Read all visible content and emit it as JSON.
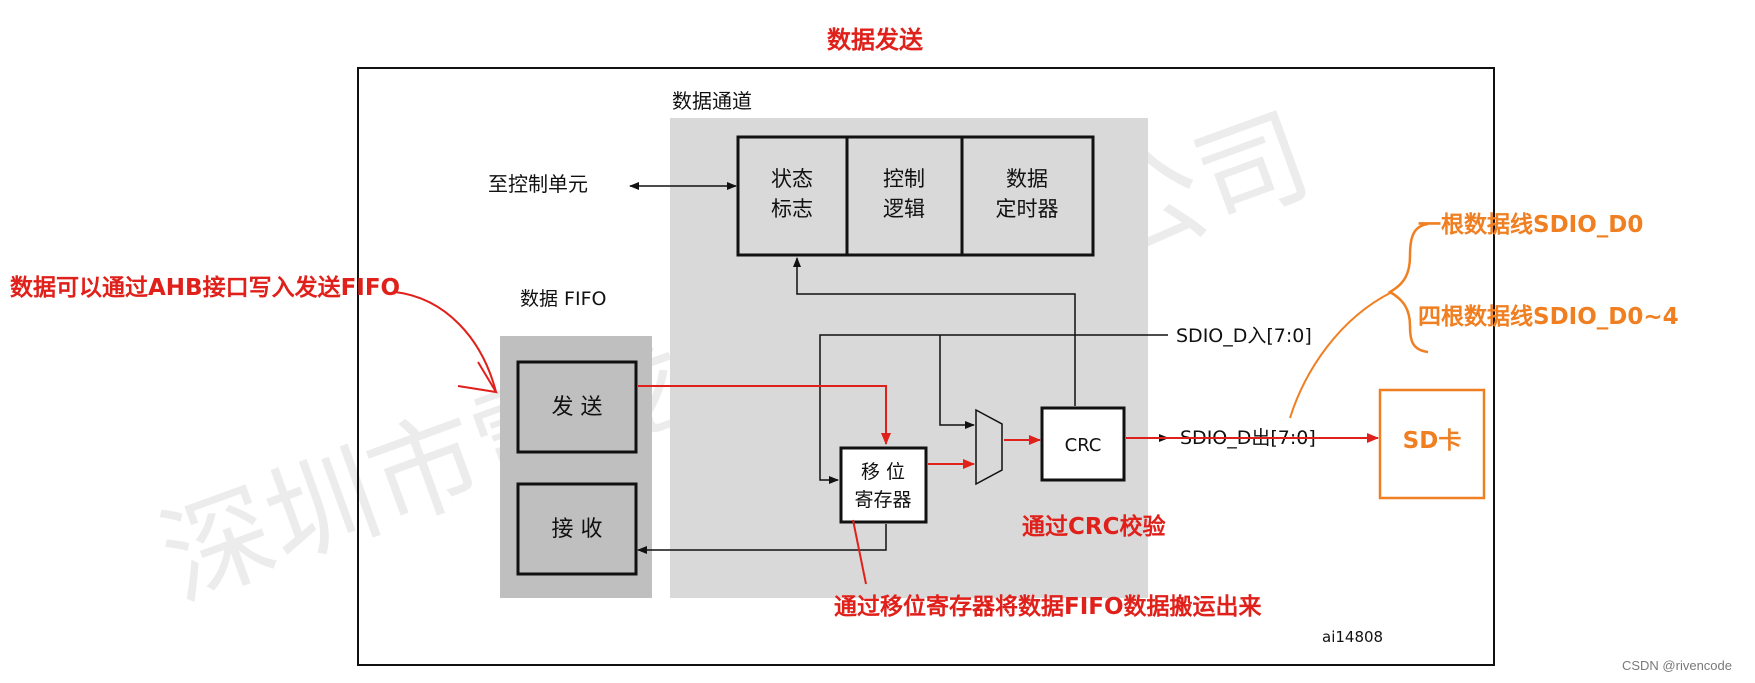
{
  "title": "数据发送",
  "watermark": "深圳市雷龙发展有限公司",
  "data_path_label": "数据通道",
  "fifo_label": "数据 FIFO",
  "control_unit_label": "至控制单元",
  "top_boxes": [
    {
      "line1": "状态",
      "line2": "标志"
    },
    {
      "line1": "控制",
      "line2": "逻辑"
    },
    {
      "line1": "数据",
      "line2": "定时器"
    }
  ],
  "send_box": "发 送",
  "receive_box": "接 收",
  "shift_register": {
    "line1": "移 位",
    "line2": "寄存器"
  },
  "crc_box": "CRC",
  "sdio_in": "SDIO_D入[7:0]",
  "sdio_out": "SDIO_D出[7:0]",
  "sd_card": "SD卡",
  "figure_id": "ai14808",
  "credit": "CSDN @rivencode",
  "annotations": {
    "ahb": "数据可以通过AHB接口写入发送FIFO",
    "crc": "通过CRC校验",
    "shift": "通过移位寄存器将数据FIFO数据搬运出来",
    "one_line": "一根数据线SDIO_D0",
    "four_lines": "四根数据线SDIO_D0~4"
  },
  "colors": {
    "annotation_red": "#e0201a",
    "annotation_orange": "#f07f22",
    "panel_gray": "#d9d9d9",
    "fifo_gray": "#bfbfbf"
  }
}
